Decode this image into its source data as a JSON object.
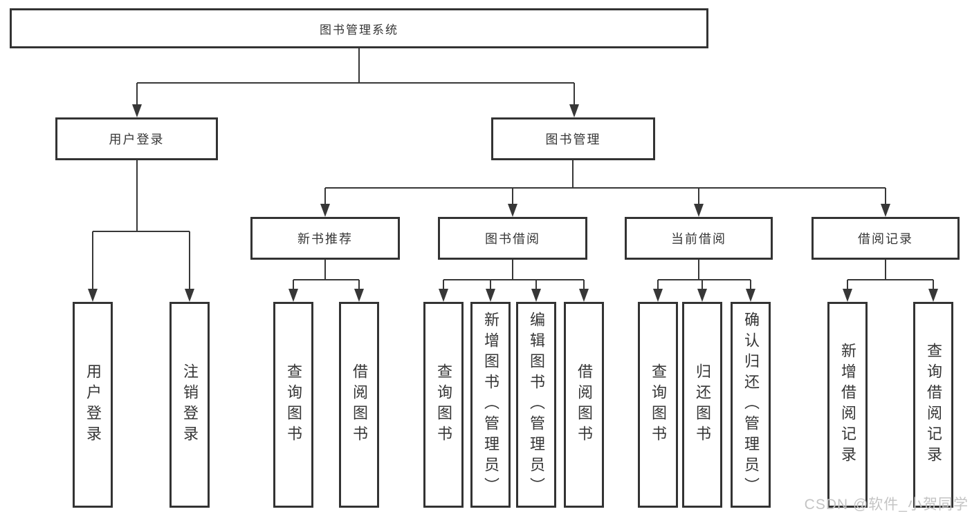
{
  "tree": {
    "root": "图书管理系统",
    "branches": [
      {
        "label": "用户登录",
        "children": [
          "用户登录",
          "注销登录"
        ]
      },
      {
        "label": "图书管理",
        "sections": [
          {
            "label": "新书推荐",
            "children": [
              "查询图书",
              "借阅图书"
            ]
          },
          {
            "label": "图书借阅",
            "children": [
              "查询图书",
              "新增图书（管理员）",
              "编辑图书（管理员）",
              "借阅图书"
            ]
          },
          {
            "label": "当前借阅",
            "children": [
              "查询图书",
              "归还图书",
              "确认归还（管理员）"
            ]
          },
          {
            "label": "借阅记录",
            "children": [
              "新增借阅记录",
              "查询借阅记录"
            ]
          }
        ]
      }
    ]
  },
  "watermark": {
    "text": "CSDN @软件_小贺同学",
    "color": "#c4c4c4"
  },
  "colors": {
    "line": "#373737",
    "border": "#333333",
    "text": "#363636",
    "background": "#ffffff"
  }
}
